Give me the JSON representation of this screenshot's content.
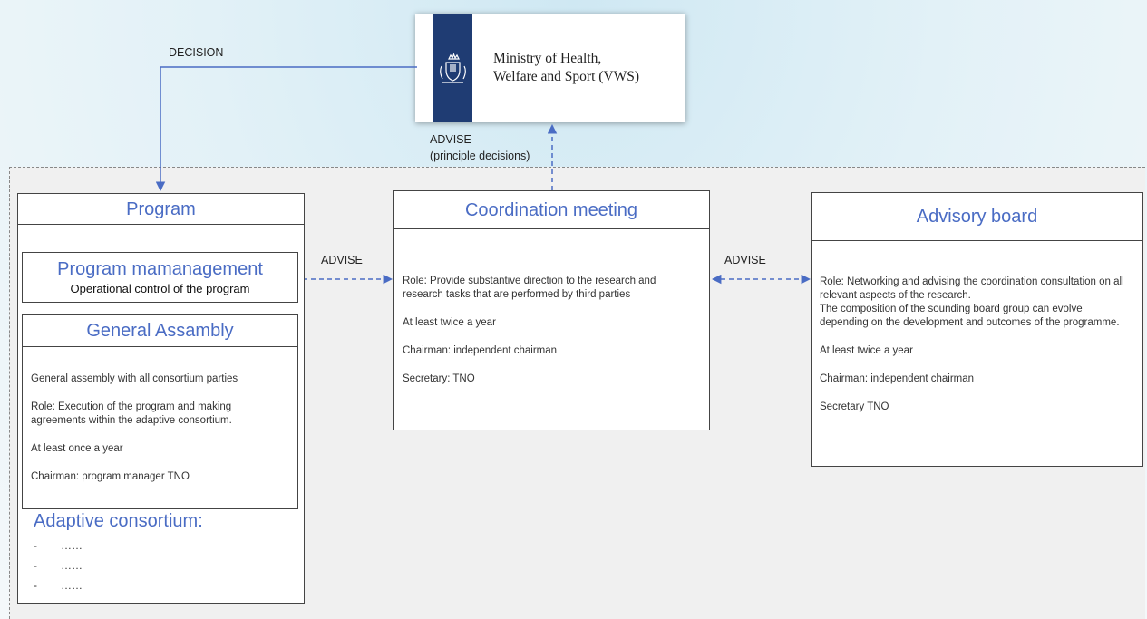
{
  "ministry": {
    "name": "Ministry of Health,\nWelfare and Sport (VWS)"
  },
  "arrows": {
    "decision": "DECISION",
    "advise_up": "ADVISE\n(principle decisions)",
    "advise_left": "ADVISE",
    "advise_right": "ADVISE"
  },
  "program": {
    "title": "Program",
    "management": {
      "title": "Program mamanagement",
      "subtitle": "Operational control of the program"
    },
    "general_assembly": {
      "title": "General Assambly",
      "lines": [
        "General assembly with all consortium parties",
        "Role: Execution of the program and making agreements within the adaptive consortium.",
        "At least once a year",
        "Chairman: program manager TNO"
      ]
    },
    "consortium": {
      "title": "Adaptive consortium:",
      "items": [
        "……",
        "……",
        "……"
      ]
    }
  },
  "coordination": {
    "title": "Coordination meeting",
    "lines": [
      "Role: Provide substantive direction to the research and research tasks that are performed by third parties",
      "At least twice a year",
      "Chairman: independent chairman",
      "Secretary: TNO"
    ]
  },
  "advisory": {
    "title": "Advisory board",
    "lines": [
      "Role: Networking and advising the coordination consultation on all relevant aspects of the research.\nThe composition of the sounding board group can evolve depending on the development and outcomes of the programme.",
      "At least twice a year",
      "Chairman: independent chairman",
      "Secretary TNO"
    ]
  },
  "colors": {
    "accent": "#4a6cc4",
    "emblem": "#1f3c73"
  }
}
